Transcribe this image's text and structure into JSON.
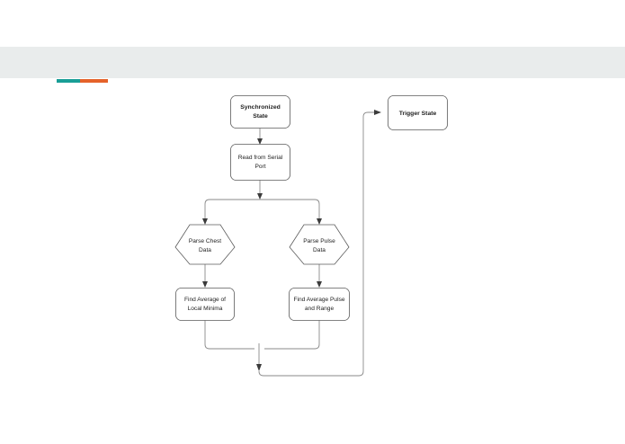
{
  "page": {
    "background_color": "#ffffff",
    "header_band_color": "#e9ecec"
  },
  "brand_bar": {
    "left_color": "#199e96",
    "right_color": "#e5622a"
  },
  "diagram": {
    "type": "flowchart",
    "title": "",
    "nodes": [
      {
        "id": "synchronized-state",
        "label": "Synchronized State",
        "line1": "Synchronized",
        "line2": "State",
        "shape": "rounded-rect",
        "emphasis": "bold"
      },
      {
        "id": "read-serial-port",
        "label": "Read from Serial Port",
        "line1": "Read from Serial",
        "line2": "Port",
        "shape": "rounded-rect",
        "emphasis": "normal"
      },
      {
        "id": "parse-chest-data",
        "label": "Parse Chest Data",
        "line1": "Parse Chest",
        "line2": "Data",
        "shape": "hexagon",
        "emphasis": "normal"
      },
      {
        "id": "parse-pulse-data",
        "label": "Parse Pulse Data",
        "line1": "Parse Pulse",
        "line2": "Data",
        "shape": "hexagon",
        "emphasis": "normal"
      },
      {
        "id": "find-avg-local-minima",
        "label": "Find Average of Local Minima",
        "line1": "Find Average of",
        "line2": "Local Minima",
        "shape": "rounded-rect",
        "emphasis": "normal"
      },
      {
        "id": "find-avg-pulse-range",
        "label": "Find Average Pulse and Range",
        "line1": "Find Average Pulse",
        "line2": "and Range",
        "shape": "rounded-rect",
        "emphasis": "normal"
      },
      {
        "id": "trigger-state",
        "label": "Trigger State",
        "line1": "Trigger State",
        "line2": "",
        "shape": "rounded-rect",
        "emphasis": "bold"
      }
    ],
    "edges": [
      {
        "from": "synchronized-state",
        "to": "read-serial-port"
      },
      {
        "from": "read-serial-port",
        "to": "parse-chest-data"
      },
      {
        "from": "read-serial-port",
        "to": "parse-pulse-data"
      },
      {
        "from": "parse-chest-data",
        "to": "find-avg-local-minima"
      },
      {
        "from": "parse-pulse-data",
        "to": "find-avg-pulse-range"
      },
      {
        "from": "find-avg-local-minima",
        "to": "loop-back"
      },
      {
        "from": "find-avg-pulse-range",
        "to": "loop-back"
      },
      {
        "from": "loop-back",
        "to": "trigger-state"
      }
    ],
    "edge_color": "#8a8a8a",
    "node_stroke_color": "#5b5b5b",
    "node_fill_color": "#ffffff",
    "text_color": "#222222"
  }
}
